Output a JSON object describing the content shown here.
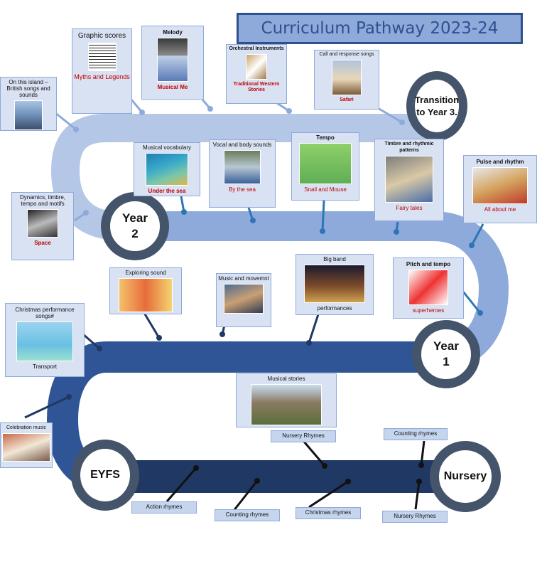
{
  "title": "Curriculum Pathway 2023-24",
  "colors": {
    "road_top": "#b4c7e7",
    "road_middle": "#8eaadb",
    "road_lower": "#2f5597",
    "road_bottom": "#203864",
    "stage_ring": "#44546a",
    "card_bg": "#d9e2f3",
    "accent_red": "#c00000",
    "title_text": "#2f4f8f"
  },
  "stages": {
    "transition": "Transition to Year 3.",
    "year2": {
      "l1": "Year",
      "l2": "2"
    },
    "year1": {
      "l1": "Year",
      "l2": "1"
    },
    "eyfs": "EYFS",
    "nursery": "Nursery"
  },
  "cards": {
    "island": {
      "title": "On this island – British songs and sounds",
      "icon": "beach-huts-photo"
    },
    "graphic": {
      "title": "Graphic scores",
      "subtitle": "Myths and Legends",
      "icon": "sheet-music-photo"
    },
    "melody": {
      "title": "Melody",
      "subtitle": "Musical Me",
      "icon": "boy-singing-photo"
    },
    "orchestral": {
      "title": "Orchestral Instruments",
      "subtitle": "Traditional Western Stories",
      "icon": "violin-photo"
    },
    "callresp": {
      "title": "Call and response songs",
      "subtitle": "Safari",
      "icon": "safari-photo"
    },
    "vocab": {
      "title": "Musical vocabulary",
      "subtitle": "Under the sea",
      "icon": "coral-reef-photo"
    },
    "vocal": {
      "title": "Vocal and body sounds",
      "subtitle": "By the sea",
      "icon": "children-beach-photo"
    },
    "tempo": {
      "title": "Tempo",
      "subtitle": "Snail and Mouse",
      "icon": "snail-mouse-cartoon"
    },
    "timbre": {
      "title": "Timbre and rhythmic patterns",
      "subtitle": "Fairy tales",
      "icon": "drumming-boy-photo"
    },
    "pulse": {
      "title": "Pulse and rhythm",
      "subtitle": "All about me",
      "icon": "children-music-photo"
    },
    "dynamics": {
      "title": "Dynamics, timbre, tempo and motifs",
      "subtitle": "Space",
      "icon": "astronaut-photo"
    },
    "exploring": {
      "title": "Exploring sound",
      "icon": "singing-faces-cartoon"
    },
    "movement": {
      "title": "Music and movemnt",
      "icon": "clapping-children-photo"
    },
    "bigband": {
      "title": "Big band",
      "subtitle": "performances",
      "icon": "band-stage-photo"
    },
    "pitch": {
      "title": "Pitch and tempo",
      "subtitle": "superheroes",
      "icon": "superhero-cartoon"
    },
    "christmas": {
      "title": "Christmas performance songs#",
      "subtitle": "Transport",
      "icon": "transport-cartoon"
    },
    "stories": {
      "title": "Musical stories",
      "icon": "castle-photo"
    },
    "celebration": {
      "title": "Celebration music",
      "icon": "celebration-photo"
    }
  },
  "labels": {
    "nursery_rhymes_top": "Nursery Rhymes",
    "counting_top": "Counting rhymes",
    "action": "Action rhymes",
    "counting_bottom": "Counting rhymes",
    "christmas_rhymes": "Christmas rhymes",
    "nursery_rhymes_bottom": "Nursery Rhymes"
  }
}
